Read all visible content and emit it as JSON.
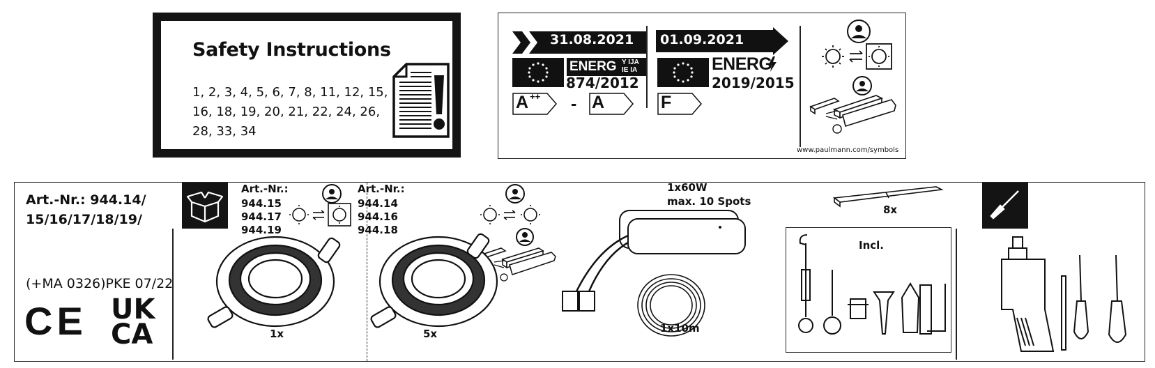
{
  "safety": {
    "title": "Safety Instructions",
    "lines": [
      "1, 2, 3, 4, 5, 6, 7, 8, 11, 12, 15,",
      "16, 18, 19, 20, 21, 22, 24, 26,",
      "28, 33, 34"
    ],
    "icon": "document-warning-icon"
  },
  "energy": {
    "until": {
      "date": "31.08.2021",
      "energ": "ENERG",
      "energ_sub_top": "Y IJA",
      "energ_sub_bottom": "IE IA",
      "regulation": "874/2012",
      "class_from": "A++",
      "class_from_base": "A",
      "class_from_sup": "++",
      "dash": "-",
      "class_to": "A"
    },
    "from": {
      "date": "01.09.2021",
      "energ": "ENERG",
      "regulation": "2019/2015",
      "class": "F"
    },
    "symbols_url": "www.paulmann.com/symbols",
    "icons": [
      "lamp-exchange-icon",
      "electrician-icon",
      "driver-connector-icon"
    ]
  },
  "product": {
    "art_nr_title": "Art.-Nr.: 944.14/",
    "art_nr_title2": "15/16/17/18/19/",
    "code": "(+MA 0326)PKE 07/22",
    "ce": "CE",
    "ukca_top": "UK",
    "ukca_bottom": "CA",
    "set1": {
      "label": "Art.-Nr.:",
      "numbers": [
        "944.15",
        "944.17",
        "944.19"
      ],
      "qty": "1x"
    },
    "set2": {
      "label": "Art.-Nr.:",
      "numbers": [
        "944.14",
        "944.16",
        "944.18"
      ],
      "qty": "5x"
    },
    "driver": {
      "power": "1x60W",
      "spots": "max. 10 Spots",
      "cable": "1x10m"
    },
    "clips_qty": "8x",
    "included_label": "Incl.",
    "icons": [
      "package-icon",
      "screwdriver-icon",
      "drill-icon"
    ]
  }
}
